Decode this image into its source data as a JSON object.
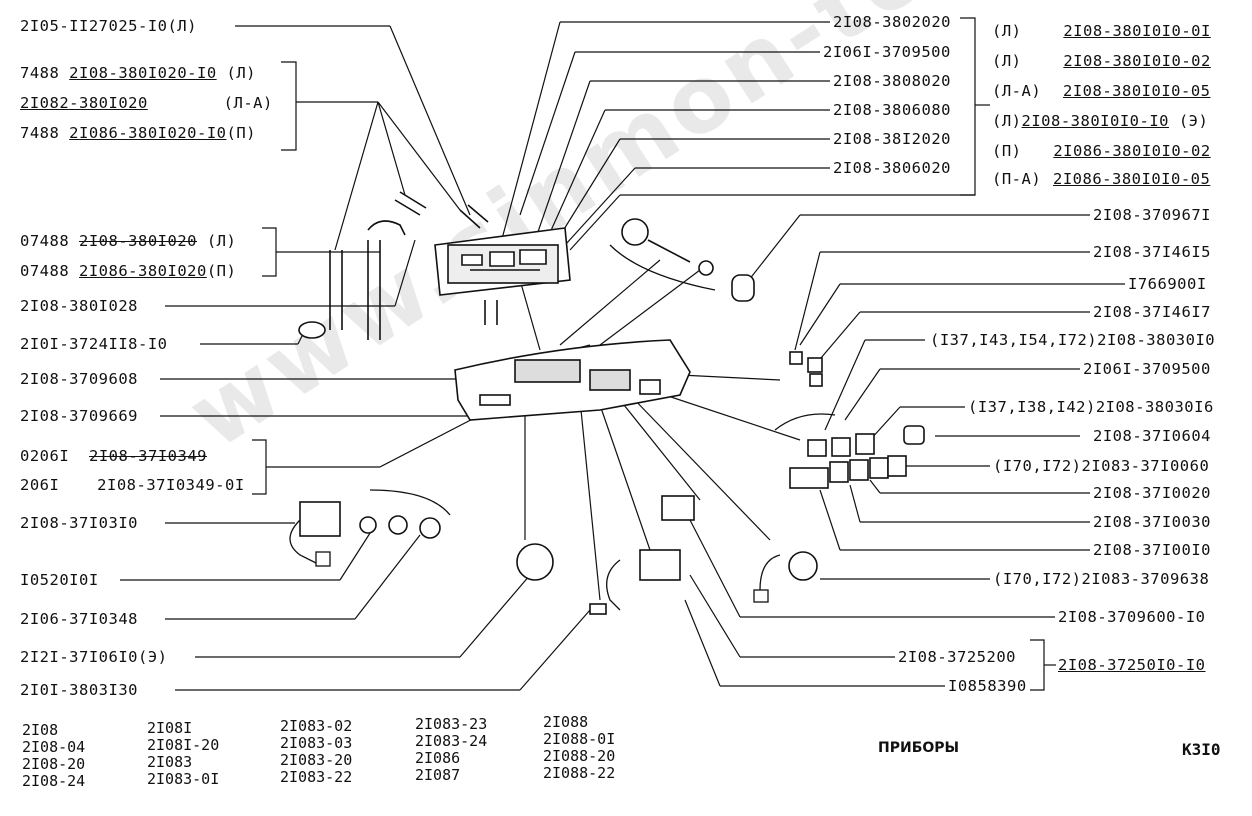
{
  "left_labels": {
    "l1": "2I05-II27025-I0(Л)",
    "g1a_pre": "7488",
    "g1a_code": "2I08-380I020-I0",
    "g1a_suf": "(Л)",
    "g1b_code": "2I082-380I020",
    "g1b_suf": "(Л-А)",
    "g1c_pre": "7488",
    "g1c_code": "2I086-380I020-I0",
    "g1c_suf": "(П)",
    "g2a_pre": "07488",
    "g2a_code": "2I08-380I020",
    "g2a_suf": "(Л)",
    "g2b_pre": "07488",
    "g2b_code": "2I086-380I020",
    "g2b_suf": "(П)",
    "l3": "2I08-380I028",
    "l4": "2I0I-3724II8-I0",
    "l5": "2I08-3709608",
    "l6": "2I08-3709669",
    "g3a_pre": "0206I",
    "g3a_code": "2I08-37I0349",
    "g3b_pre": "206I",
    "g3b_code": "2I08-37I0349-0I",
    "l7": "2I08-37I03I0",
    "l8": "I0520I0I",
    "l9": "2I06-37I0348",
    "l10": "2I2I-37I06I0(Э)",
    "l11": "2I0I-3803I30"
  },
  "top_labels": {
    "t1": "2I08-3802020",
    "t2": "2I06I-3709500",
    "t3": "2I08-3808020",
    "t4": "2I08-3806080",
    "t5": "2I08-38I2020",
    "t6": "2I08-3806020"
  },
  "top_right": [
    {
      "suf": "(Л)",
      "code": "2I08-380I0I0-0I"
    },
    {
      "suf": "(Л)",
      "code": "2I08-380I0I0-02"
    },
    {
      "suf": "(Л-А)",
      "code": "2I08-380I0I0-05"
    },
    {
      "suf": "(Л)",
      "code": "2I08-380I0I0-I0",
      "suf2": "(Э)"
    },
    {
      "suf": "(П)",
      "code": "2I086-380I0I0-02"
    },
    {
      "suf": "(П-А)",
      "code": "2I086-380I0I0-05"
    }
  ],
  "right_labels": {
    "r1": "2I08-370967I",
    "r2": "2I08-37I46I5",
    "r3": "I766900I",
    "r4": "2I08-37I46I7",
    "r5": "(I37,I43,I54,I72)2I08-38030I0",
    "r6": "2I06I-3709500",
    "r7": "(I37,I38,I42)2I08-38030I6",
    "r8": "2I08-37I0604",
    "r9": "(I70,I72)2I083-37I0060",
    "r10": "2I08-37I0020",
    "r11": "2I08-37I0030",
    "r12": "2I08-37I00I0",
    "r13": "(I70,I72)2I083-3709638",
    "r14": "2I08-3709600-I0",
    "r15": "2I08-3725200",
    "r15b": "2I08-37250I0-I0",
    "r16": "I0858390"
  },
  "footer": {
    "col1": [
      "2I08",
      "2I08-04",
      "2I08-20",
      "2I08-24"
    ],
    "col2": [
      "2I08I",
      "2I08I-20",
      "2I083",
      "2I083-0I"
    ],
    "col3": [
      "2I083-02",
      "2I083-03",
      "2I083-20",
      "2I083-22"
    ],
    "col4": [
      "2I083-23",
      "2I083-24",
      "2I086",
      "2I087"
    ],
    "col5": [
      "2I088",
      "2I088-0I",
      "2I088-20",
      "2I088-22"
    ],
    "title": "ПРИБОРЫ",
    "page": "К3I0"
  },
  "watermark": "www.sinmon-too.kz"
}
